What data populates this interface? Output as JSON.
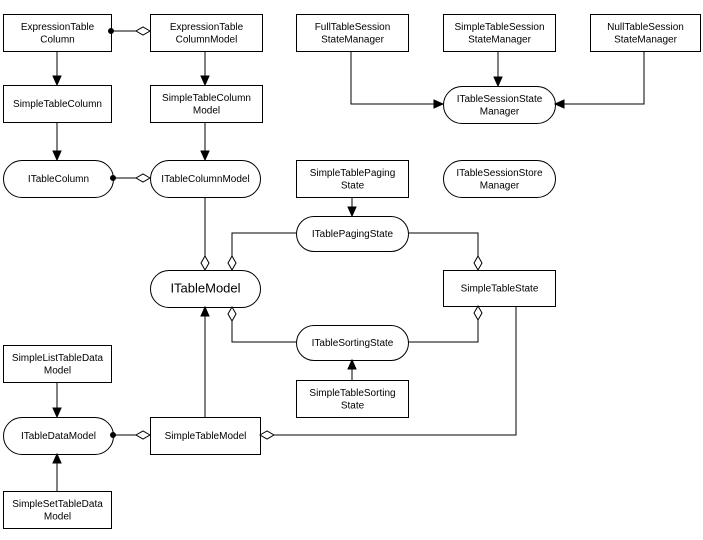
{
  "nodes": [
    {
      "id": "expressiontablecolumn",
      "kind": "class",
      "lines": [
        "ExpressionTable",
        "Column"
      ]
    },
    {
      "id": "expressiontablecolumnmodel",
      "kind": "class",
      "lines": [
        "ExpressionTable",
        "ColumnModel"
      ]
    },
    {
      "id": "fulltablesessionstatemanager",
      "kind": "class",
      "lines": [
        "FullTableSession",
        "StateManager"
      ]
    },
    {
      "id": "simpletablesessionstatemanager",
      "kind": "class",
      "lines": [
        "SimpleTableSession",
        "StateManager"
      ]
    },
    {
      "id": "nulltablesessionstatemanager",
      "kind": "class",
      "lines": [
        "NullTableSession",
        "StateManager"
      ]
    },
    {
      "id": "simpletablecolumn",
      "kind": "class",
      "lines": [
        "SimpleTableColumn"
      ]
    },
    {
      "id": "simpletablecolumnmodel",
      "kind": "class",
      "lines": [
        "SimpleTableColumn",
        "Model"
      ]
    },
    {
      "id": "itablesessionstatemanager",
      "kind": "interface",
      "lines": [
        "ITableSessionState",
        "Manager"
      ]
    },
    {
      "id": "itablecolumn",
      "kind": "interface",
      "lines": [
        "ITableColumn"
      ]
    },
    {
      "id": "itablecolumnmodel",
      "kind": "interface",
      "lines": [
        "ITableColumnModel"
      ]
    },
    {
      "id": "simpletablepagingstate",
      "kind": "class",
      "lines": [
        "SimpleTablePaging",
        "State"
      ]
    },
    {
      "id": "itablesessionstoremanager",
      "kind": "interface",
      "lines": [
        "ITableSessionStore",
        "Manager"
      ]
    },
    {
      "id": "itablepagingstate",
      "kind": "interface",
      "lines": [
        "ITablePagingState"
      ]
    },
    {
      "id": "itablemodel",
      "kind": "interface",
      "lines": [
        "ITableModel"
      ],
      "large": true
    },
    {
      "id": "simpletablestate",
      "kind": "class",
      "lines": [
        "SimpleTableState"
      ]
    },
    {
      "id": "itablesortingstate",
      "kind": "interface",
      "lines": [
        "ITableSortingState"
      ]
    },
    {
      "id": "simplelisttabledatamodel",
      "kind": "class",
      "lines": [
        "SimpleListTableData",
        "Model"
      ]
    },
    {
      "id": "simpletablesortingstate",
      "kind": "class",
      "lines": [
        "SimpleTableSorting",
        "State"
      ]
    },
    {
      "id": "itabledatamodel",
      "kind": "interface",
      "lines": [
        "ITableDataModel"
      ]
    },
    {
      "id": "simpletablemodel",
      "kind": "class",
      "lines": [
        "SimpleTableModel"
      ]
    },
    {
      "id": "simplesettabledatamodel",
      "kind": "class",
      "lines": [
        "SimpleSetTableData",
        "Model"
      ]
    }
  ],
  "edges": [
    {
      "from": "expressiontablecolumn",
      "to": "simpletablecolumn",
      "type": "generalization"
    },
    {
      "from": "expressiontablecolumnmodel",
      "to": "simpletablecolumnmodel",
      "type": "generalization"
    },
    {
      "from": "simpletablecolumn",
      "to": "itablecolumn",
      "type": "generalization"
    },
    {
      "from": "simpletablecolumnmodel",
      "to": "itablecolumnmodel",
      "type": "generalization"
    },
    {
      "from": "fulltablesessionstatemanager",
      "to": "itablesessionstatemanager",
      "type": "generalization"
    },
    {
      "from": "simpletablesessionstatemanager",
      "to": "itablesessionstatemanager",
      "type": "generalization"
    },
    {
      "from": "nulltablesessionstatemanager",
      "to": "itablesessionstatemanager",
      "type": "generalization"
    },
    {
      "from": "simpletablepagingstate",
      "to": "itablepagingstate",
      "type": "generalization"
    },
    {
      "from": "simpletablesortingstate",
      "to": "itablesortingstate",
      "type": "generalization"
    },
    {
      "from": "simplelisttabledatamodel",
      "to": "itabledatamodel",
      "type": "generalization"
    },
    {
      "from": "simplesettabledatamodel",
      "to": "itabledatamodel",
      "type": "generalization"
    },
    {
      "from": "simpletablemodel",
      "to": "itablemodel",
      "type": "generalization"
    },
    {
      "from": "expressiontablecolumn",
      "to": "expressiontablecolumnmodel",
      "type": "aggregation"
    },
    {
      "from": "itablecolumn",
      "to": "itablecolumnmodel",
      "type": "aggregation"
    },
    {
      "from": "itablecolumnmodel",
      "to": "itablemodel",
      "type": "aggregation"
    },
    {
      "from": "itablepagingstate",
      "to": "itablemodel",
      "type": "aggregation"
    },
    {
      "from": "itablesortingstate",
      "to": "itablemodel",
      "type": "aggregation"
    },
    {
      "from": "itablepagingstate",
      "to": "simpletablestate",
      "type": "aggregation"
    },
    {
      "from": "itablesortingstate",
      "to": "simpletablestate",
      "type": "aggregation"
    },
    {
      "from": "itabledatamodel",
      "to": "simpletablemodel",
      "type": "aggregation"
    },
    {
      "from": "simpletablestate",
      "to": "simpletablemodel",
      "type": "aggregation"
    }
  ]
}
